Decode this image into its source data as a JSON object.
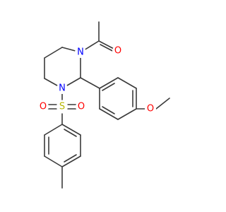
{
  "atoms": [
    {
      "id": "n1",
      "text": "N",
      "color": "#0000ff"
    },
    {
      "id": "n3",
      "text": "N",
      "color": "#0000ff"
    },
    {
      "id": "o_carbonyl",
      "text": "O",
      "color": "#ff0000"
    },
    {
      "id": "o_methoxy",
      "text": "O",
      "color": "#ff0000"
    },
    {
      "id": "s_sulfonyl",
      "text": "S",
      "color": "#b8b800"
    },
    {
      "id": "o_sulfonyl_left",
      "text": "O",
      "color": "#ff0000"
    },
    {
      "id": "o_sulfonyl_right",
      "text": "O",
      "color": "#ff0000"
    }
  ],
  "bond_color": "#3a3a3a",
  "background": "#ffffff"
}
